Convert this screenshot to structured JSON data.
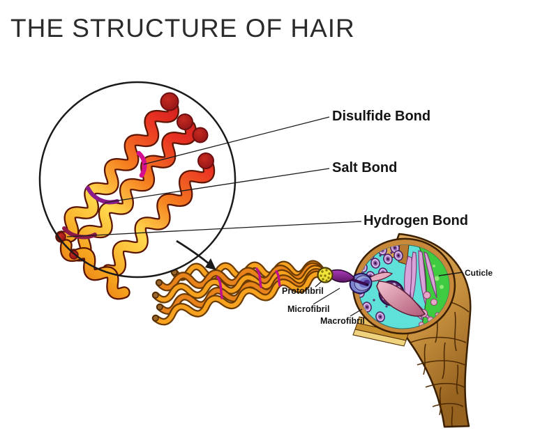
{
  "title": "THE STRUCTURE OF HAIR",
  "annotations": {
    "disulfide_bond": "Disulfide Bond",
    "salt_bond": "Salt Bond",
    "hydrogen_bond": "Hydrogen Bond",
    "protofibril": "Protofibril",
    "microfibril": "Microfibril",
    "macrofibril": "Macrofibril",
    "cuticle": "Cuticle"
  },
  "palette": {
    "helix_yellow": "#FFD94E",
    "helix_orange": "#F5821F",
    "helix_red": "#E93223",
    "helix_dark_red": "#A81A1E",
    "helix_outline": "#5A1400",
    "bond_magenta": "#D40F8E",
    "bond_purple": "#8A1B8C",
    "bond_maroon": "#8E1A4A",
    "fibril_orange_light": "#F6A21E",
    "fibril_orange_dark": "#E8821A",
    "fibril_outline": "#6A3A00",
    "protofibril_yellow": "#F0E437",
    "microfibril_purple": "#93278F",
    "cylinder_periwinkle": "#7B84CE",
    "cortex_cyan": "#5FE0D8",
    "macrofibril_violet": "#5A2A70",
    "macrofibril_pink": "#E8A8BC",
    "cuticle_green": "#3FCB3F",
    "shaft_brown": "#C8913F",
    "outline_brown": "#3A2000",
    "line_black": "#1a1a1a"
  }
}
